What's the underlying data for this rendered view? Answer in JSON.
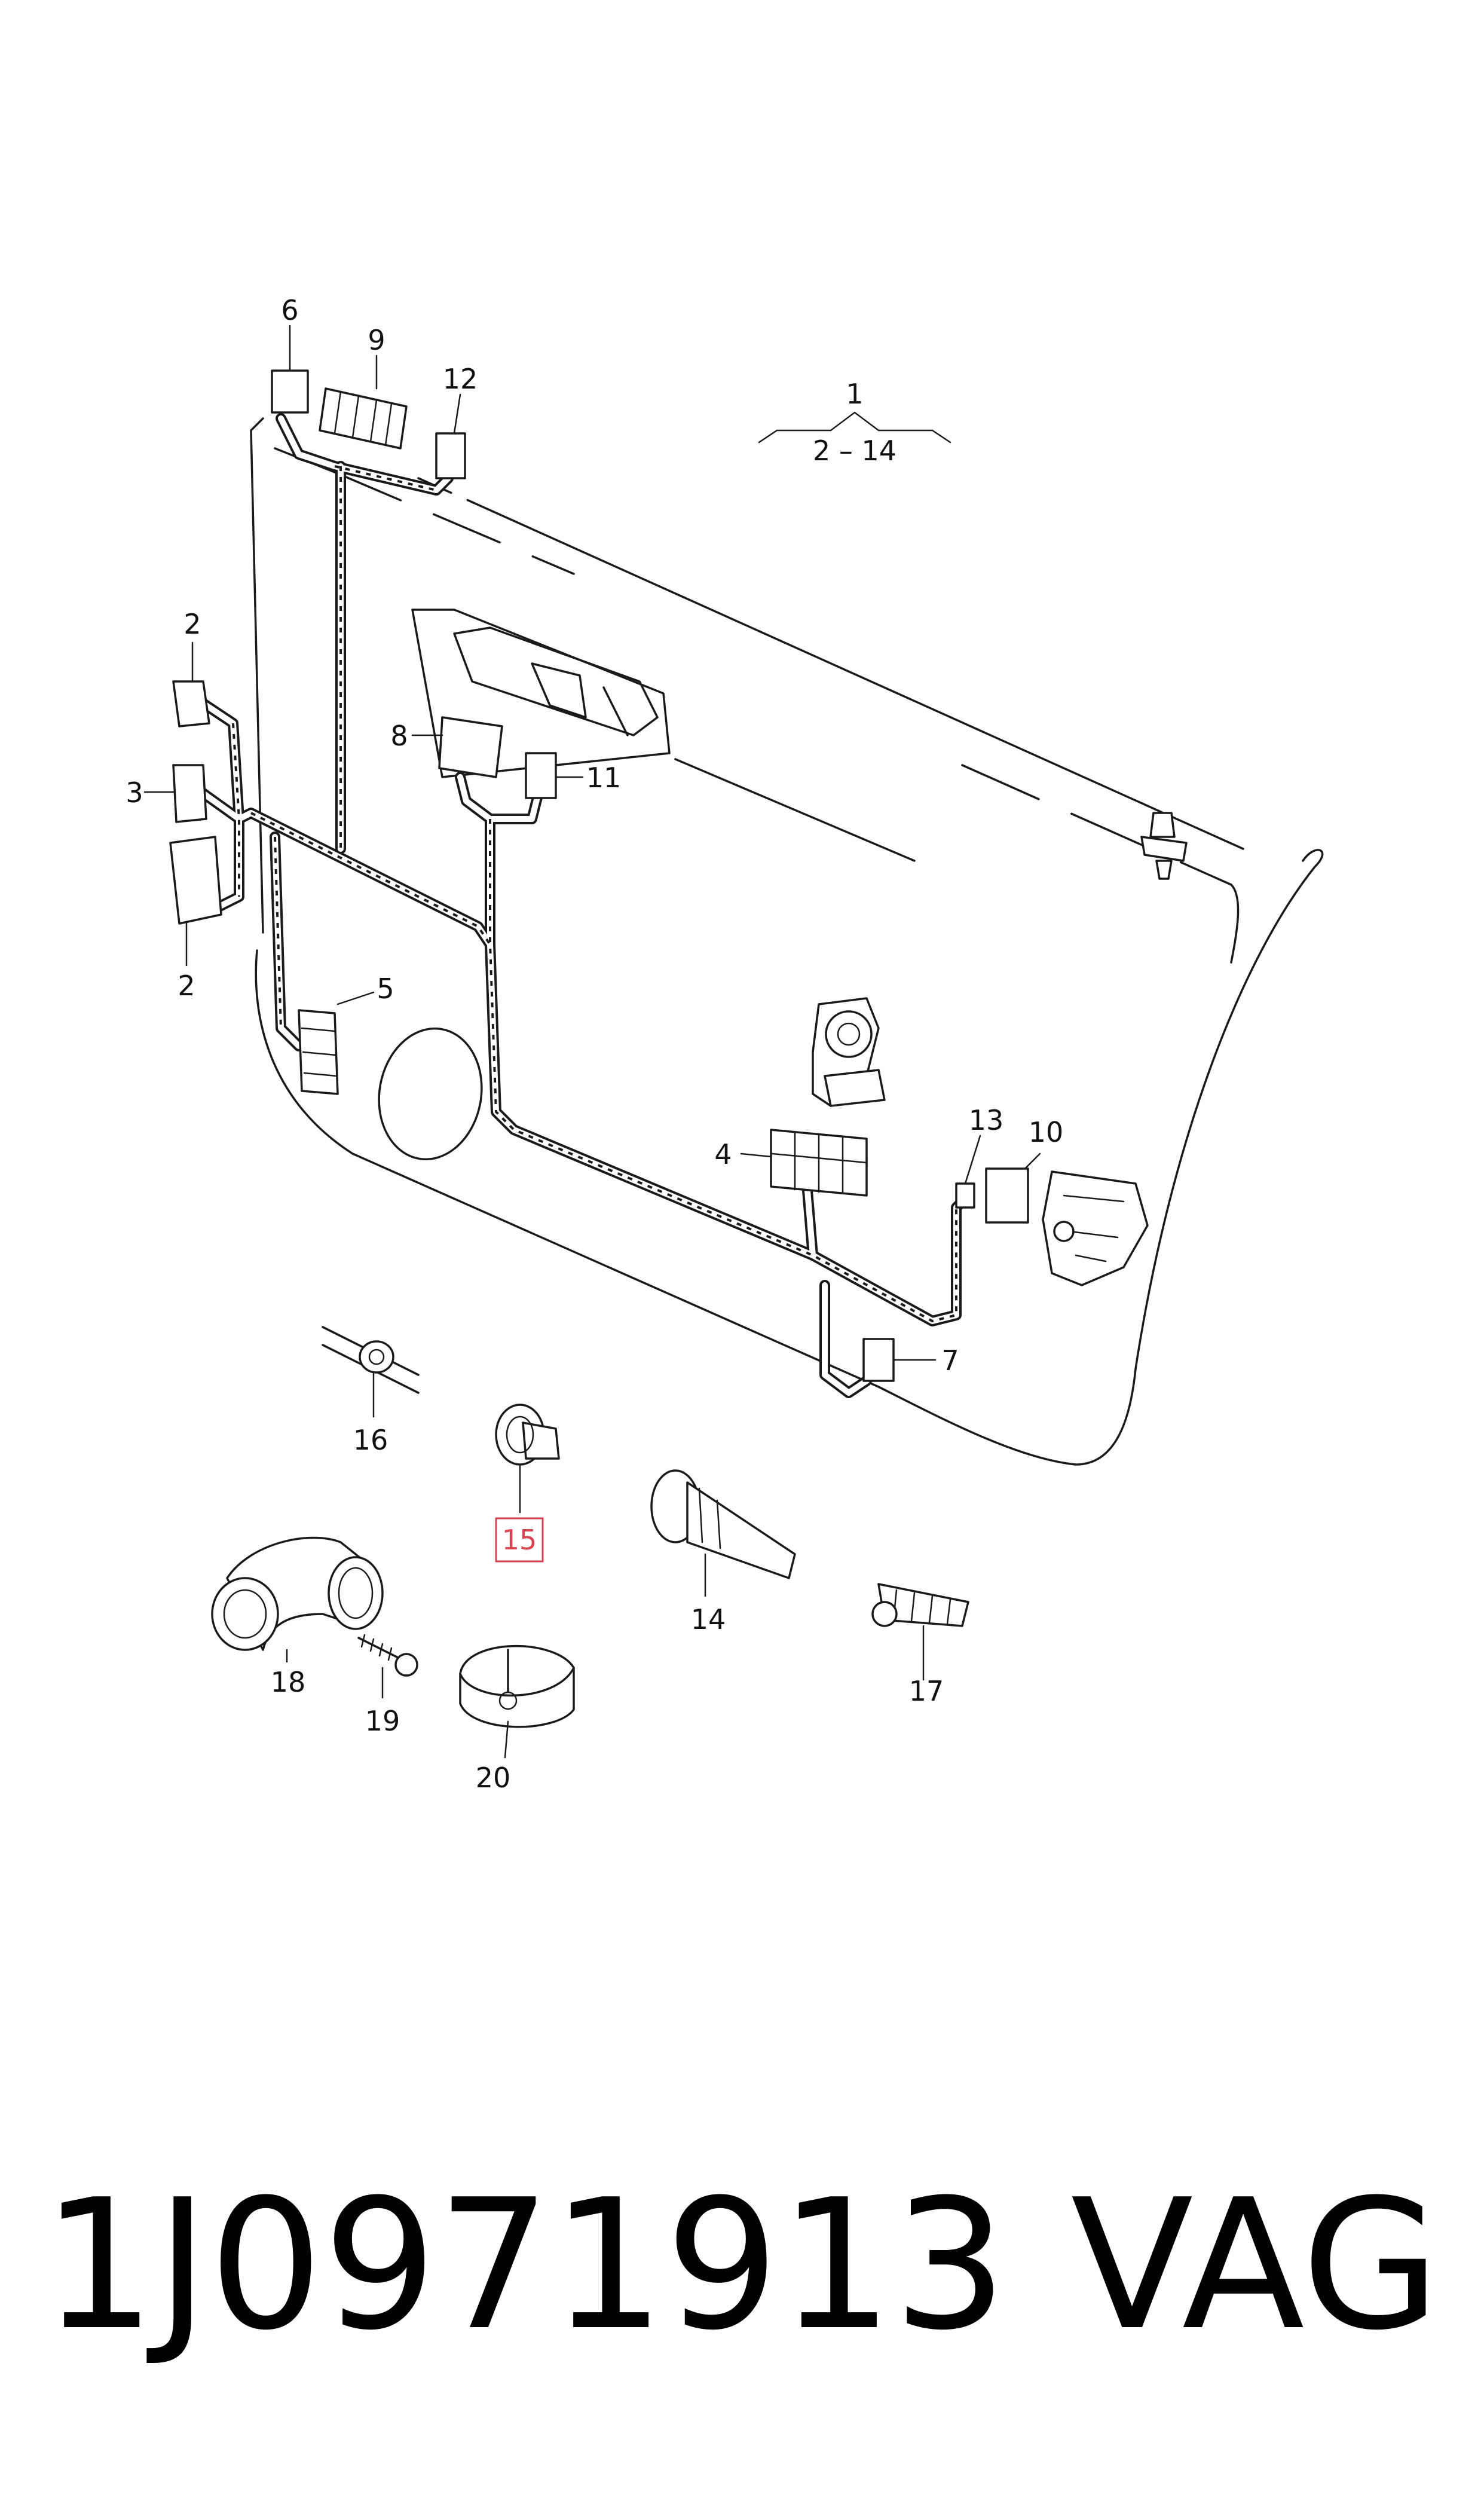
{
  "diagram": {
    "callouts": {
      "c1": "1",
      "c1_range": "2 – 14",
      "c2a": "2",
      "c2b": "2",
      "c3": "3",
      "c4": "4",
      "c5": "5",
      "c6": "6",
      "c7": "7",
      "c8": "8",
      "c9": "9",
      "c10": "10",
      "c11": "11",
      "c12": "12",
      "c13": "13",
      "c14": "14",
      "c15": "15",
      "c16": "16",
      "c17": "17",
      "c18": "18",
      "c19": "19",
      "c20": "20"
    },
    "highlight_color": "#d9434f"
  },
  "footer": {
    "part_number": "1J0971913",
    "brand": "VAG"
  }
}
